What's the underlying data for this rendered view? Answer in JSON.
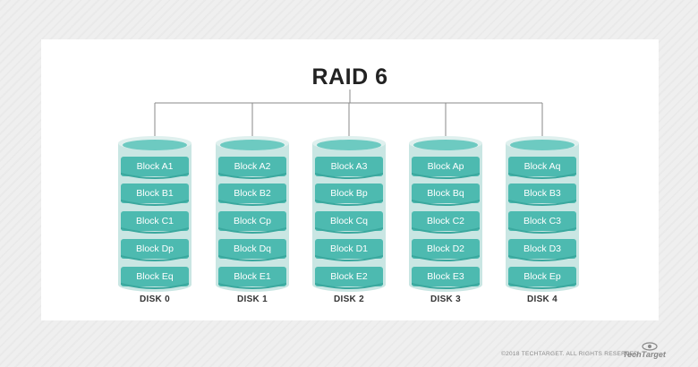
{
  "title": "RAID 6",
  "colors": {
    "block_fill": "#4dbab0",
    "block_top": "#6dcac1",
    "cylinder_shell": "#c9e6e3",
    "connector": "#888888"
  },
  "disks": [
    {
      "label": "DISK 0",
      "blocks": [
        "Block A1",
        "Block B1",
        "Block C1",
        "Block Dp",
        "Block Eq"
      ]
    },
    {
      "label": "DISK 1",
      "blocks": [
        "Block A2",
        "Block B2",
        "Block Cp",
        "Block Dq",
        "Block E1"
      ]
    },
    {
      "label": "DISK 2",
      "blocks": [
        "Block A3",
        "Block Bp",
        "Block Cq",
        "Block D1",
        "Block E2"
      ]
    },
    {
      "label": "DISK 3",
      "blocks": [
        "Block Ap",
        "Block Bq",
        "Block C2",
        "Block D2",
        "Block E3"
      ]
    },
    {
      "label": "DISK 4",
      "blocks": [
        "Block Aq",
        "Block B3",
        "Block C3",
        "Block D3",
        "Block Ep"
      ]
    }
  ],
  "footer": {
    "copyright": "©2018 TECHTARGET. ALL RIGHTS RESERVED",
    "logo_text": "TechTarget",
    "logo_icon": "eye-icon"
  }
}
